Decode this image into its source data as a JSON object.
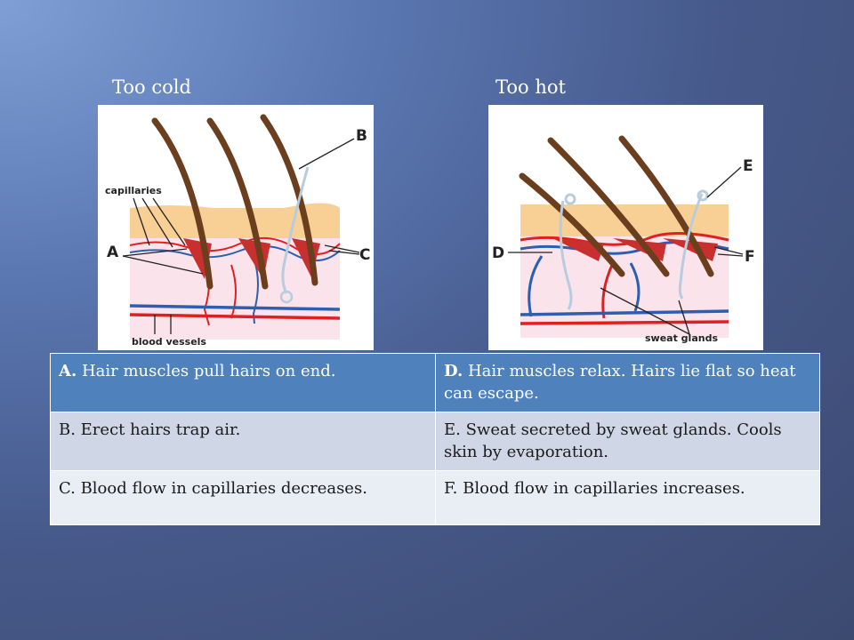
{
  "headings": {
    "cold": "Too cold",
    "hot": "Too hot"
  },
  "diagram_cold": {
    "labels": {
      "A": "A",
      "B": "B",
      "C": "C",
      "capillaries": "capillaries",
      "blood_vessels": "blood vessels"
    }
  },
  "diagram_hot": {
    "labels": {
      "D": "D",
      "E": "E",
      "F": "F",
      "sweat_glands": "sweat glands"
    }
  },
  "table": {
    "rows": [
      {
        "left_key": "A.",
        "left_text": " Hair muscles pull hairs on end.",
        "right_key": "D.",
        "right_text": " Hair muscles relax. Hairs lie flat so heat can escape."
      },
      {
        "left_key": "",
        "left_text": "B. Erect hairs trap air.",
        "right_key": "",
        "right_text": "E. Sweat secreted by sweat glands. Cools skin by evaporation."
      },
      {
        "left_key": "",
        "left_text": "C. Blood flow in capillaries decreases.",
        "right_key": "",
        "right_text": "F. Blood flow in capillaries increases."
      }
    ]
  },
  "colors": {
    "epidermis": "#f8cf95",
    "dermis": "#fbe3ec",
    "hair": "#6b3f1e",
    "muscle": "#c8302f",
    "artery": "#e02020",
    "vein": "#2d5fb0",
    "gland": "#b8cce0",
    "header_row": "#4f81bd"
  }
}
